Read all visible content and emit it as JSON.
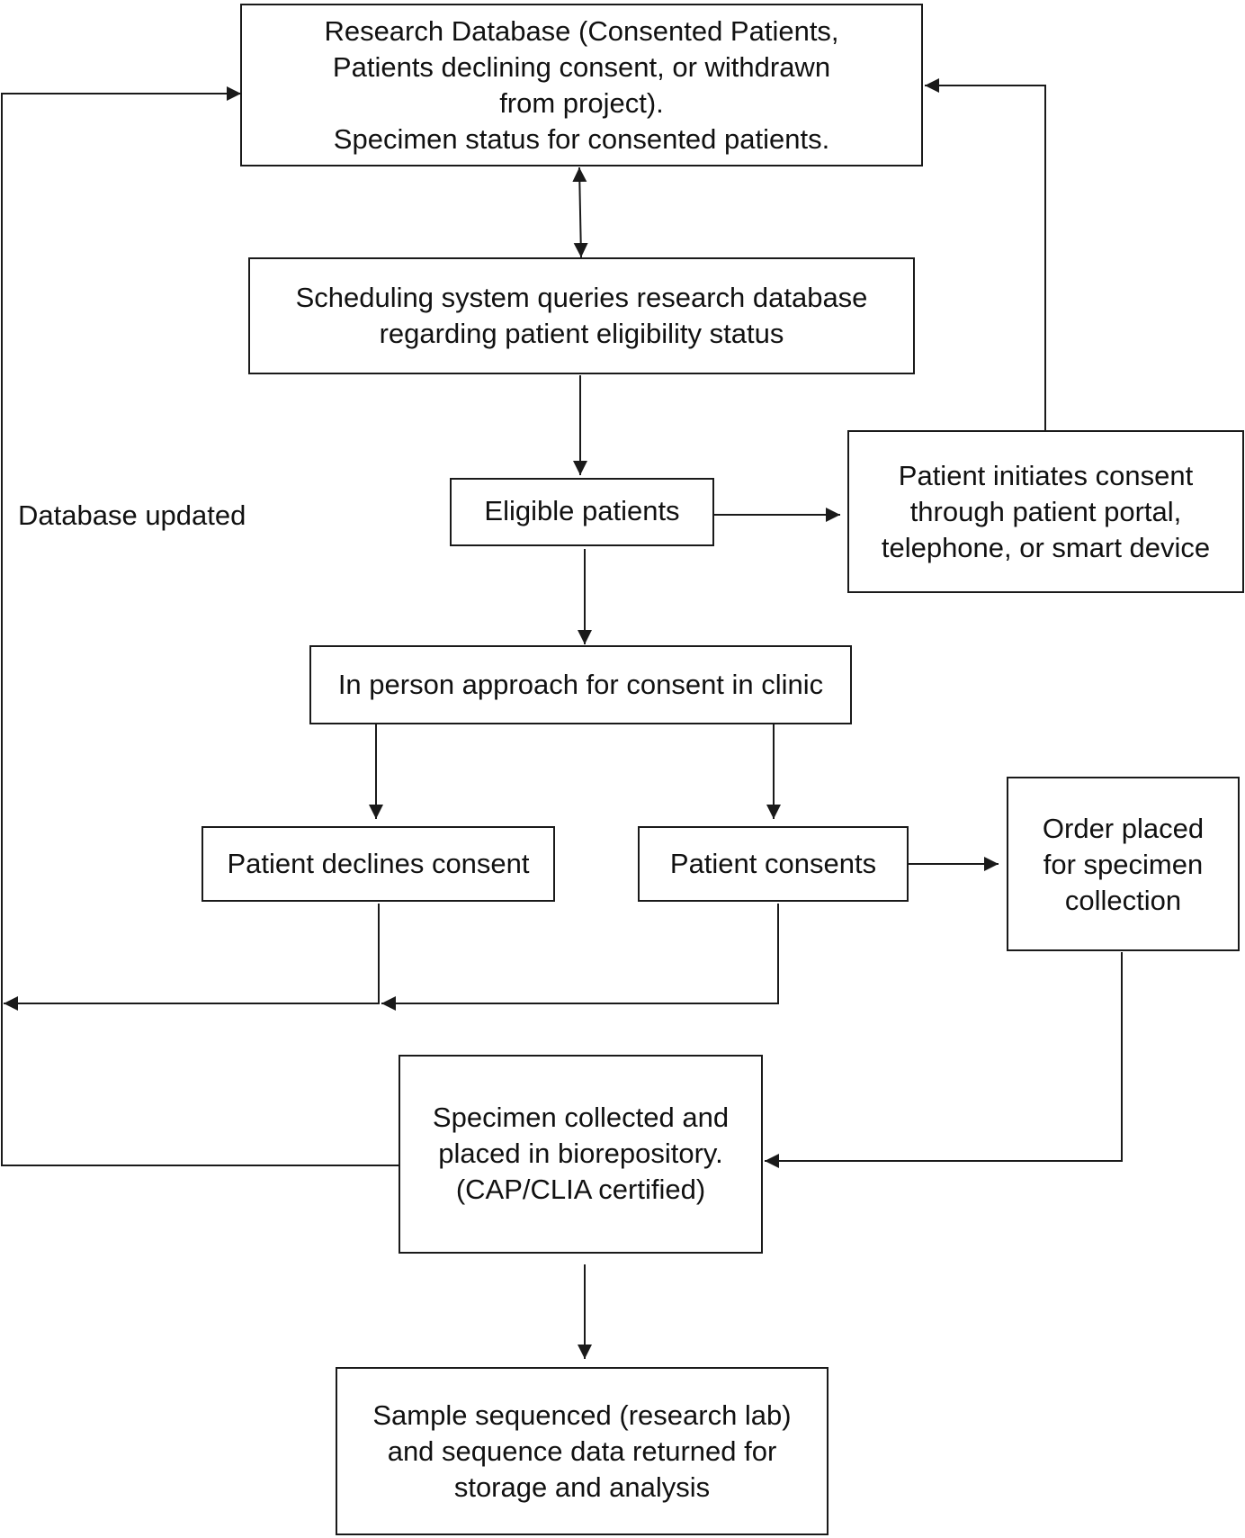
{
  "nodes": {
    "research_db": {
      "lines": [
        "Research Database (Consented Patients,",
        "Patients declining consent, or withdrawn",
        "from project).",
        "Specimen status for consented patients."
      ]
    },
    "scheduling": {
      "lines": [
        "Scheduling system queries research database",
        "regarding patient eligibility status"
      ]
    },
    "eligible": {
      "lines": [
        "Eligible patients"
      ]
    },
    "portal": {
      "lines": [
        "Patient initiates consent",
        "through patient portal,",
        "telephone, or smart device"
      ]
    },
    "in_person": {
      "lines": [
        "In person approach for consent in clinic"
      ]
    },
    "declines": {
      "lines": [
        "Patient declines consent"
      ]
    },
    "consents": {
      "lines": [
        "Patient consents"
      ]
    },
    "order": {
      "lines": [
        "Order placed",
        "for specimen",
        "collection"
      ]
    },
    "collected": {
      "lines": [
        "Specimen collected and",
        "placed in biorepository.",
        "(CAP/CLIA certified)"
      ]
    },
    "sequenced": {
      "lines": [
        "Sample sequenced (research lab)",
        "and sequence data returned for",
        "storage and analysis"
      ]
    }
  },
  "labels": {
    "database_updated": "Database updated"
  },
  "colors": {
    "stroke": "#1a1a1a",
    "background": "#ffffff"
  }
}
